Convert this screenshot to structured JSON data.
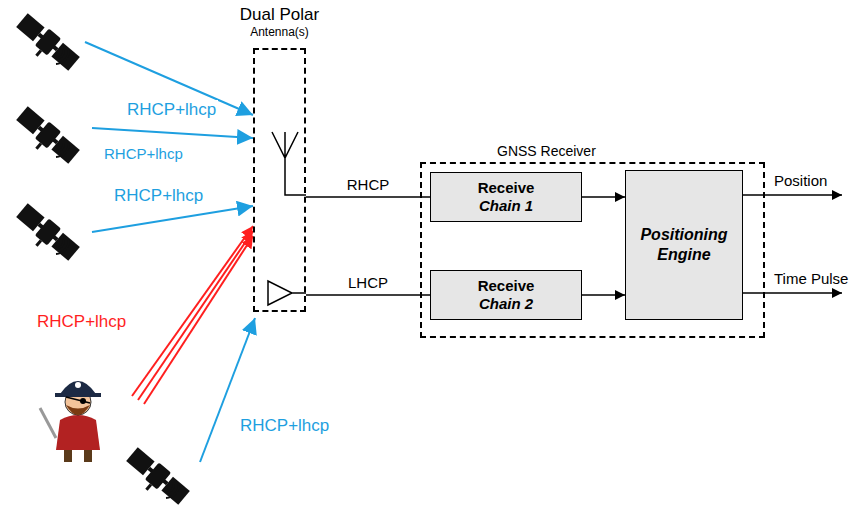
{
  "diagram": {
    "nodes": [
      {
        "text": [
          "Dual Polar",
          "Antenna(s)"
        ]
      },
      {
        "text": [
          "GNSS Receiver"
        ]
      },
      {
        "text": [
          "Receive",
          "Chain 1"
        ],
        "in": 1
      },
      {
        "text": [
          "Receive",
          "Chain 2"
        ],
        "in": 1
      },
      {
        "text": [
          "Positioning Engine"
        ],
        "in": 1
      }
    ],
    "edges": [
      {
        "from": 0,
        "to": 2,
        "arrow": "none",
        "label": "RHCP"
      },
      {
        "from": 0,
        "to": 3,
        "arrow": "none",
        "label": "LHCP"
      },
      {
        "from": 2,
        "to": 4,
        "arrow": "to"
      },
      {
        "from": 3,
        "to": 4,
        "arrow": "to"
      }
    ],
    "labels": [
      "RHCP+lhcp",
      "RHCP+lhcp",
      "RHCP+lhcp",
      "RHCP+lhcp",
      "RHCP+lhcp",
      "Position",
      "Time Pulse"
    ]
  }
}
